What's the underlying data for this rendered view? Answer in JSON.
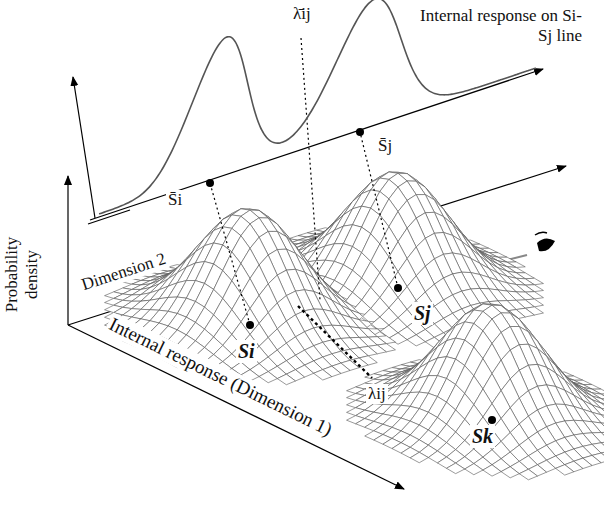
{
  "diagram": {
    "labels": [
      "Internal response on Si-Sj line",
      "λ̄ij",
      "S̄j",
      "S̄i",
      "Probability density",
      "Dimension 2",
      "Si",
      "Sj",
      "Sk",
      "λij",
      "Internal response (Dimension 1)"
    ]
  }
}
